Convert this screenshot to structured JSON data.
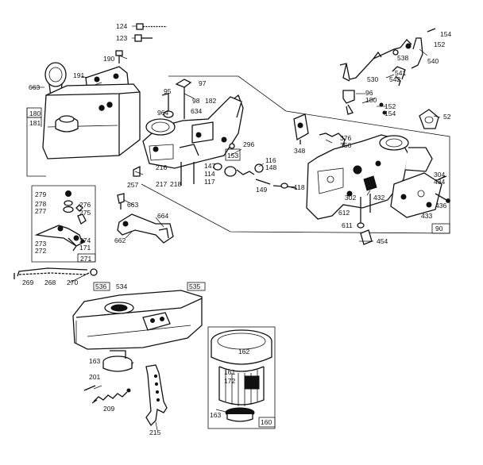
{
  "parts": {
    "p124": "124",
    "p123": "123",
    "p190": "190",
    "p191": "191",
    "p663a": "663",
    "p180": "180",
    "p181": "181",
    "p95": "95",
    "p97": "97",
    "p98": "98",
    "p182": "182",
    "p964": "964",
    "p634": "634",
    "p216": "216",
    "p257": "257",
    "p217": "217",
    "p218": "218",
    "p296": "296",
    "p153": "153",
    "p147": "147",
    "p114": "114",
    "p117": "117",
    "p116": "116",
    "p148": "148",
    "p149": "149",
    "p118": "118",
    "p154a": "154",
    "p152a": "152",
    "p538": "538",
    "p540": "540",
    "p541": "541",
    "p530": "530",
    "p542": "542",
    "p96": "96",
    "p180b": "180",
    "p152b": "152",
    "p154b": "154",
    "p52": "52",
    "p348": "348",
    "p376": "376",
    "p356": "356",
    "p304": "304",
    "p434": "434",
    "p302": "302",
    "p432": "432",
    "p436": "436",
    "p433": "433",
    "p612": "612",
    "p611": "611",
    "p454": "454",
    "p90": "90",
    "p279": "279",
    "p278": "278",
    "p277": "277",
    "p276": "276",
    "p275": "275",
    "p274": "274",
    "p273": "273",
    "p272": "272",
    "p171": "171",
    "p271": "271",
    "p663b": "663",
    "p664": "664",
    "p662": "662",
    "p269": "269",
    "p268": "268",
    "p270": "270",
    "p536": "536",
    "p534": "534",
    "p535": "535",
    "p163a": "163",
    "p201": "201",
    "p209": "209",
    "p215": "215",
    "p162": "162",
    "p161": "161",
    "p172": "172",
    "p163b": "163",
    "p160": "160"
  }
}
